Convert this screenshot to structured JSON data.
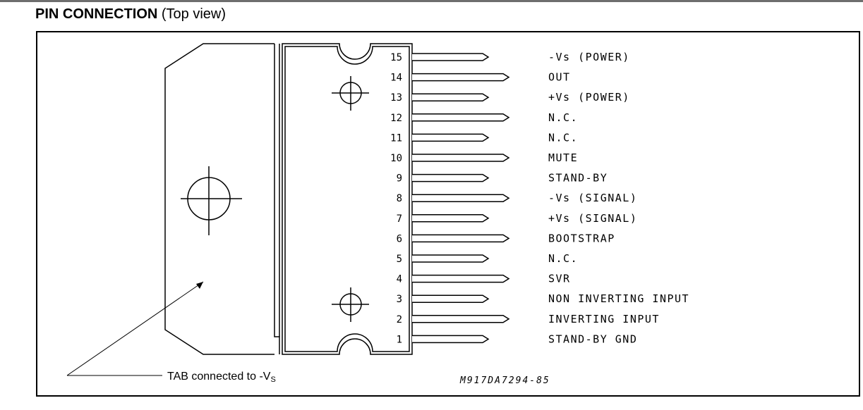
{
  "heading": {
    "bold": "PIN CONNECTION",
    "normal": " (Top view)"
  },
  "pins": [
    {
      "num": "15",
      "label": "-Vs (POWER)"
    },
    {
      "num": "14",
      "label": "OUT"
    },
    {
      "num": "13",
      "label": "+Vs (POWER)"
    },
    {
      "num": "12",
      "label": "N.C."
    },
    {
      "num": "11",
      "label": "N.C."
    },
    {
      "num": "10",
      "label": "MUTE"
    },
    {
      "num": "9",
      "label": "STAND-BY"
    },
    {
      "num": "8",
      "label": "-Vs (SIGNAL)"
    },
    {
      "num": "7",
      "label": "+Vs (SIGNAL)"
    },
    {
      "num": "6",
      "label": "BOOTSTRAP"
    },
    {
      "num": "5",
      "label": "N.C."
    },
    {
      "num": "4",
      "label": "SVR"
    },
    {
      "num": "3",
      "label": "NON INVERTING INPUT"
    },
    {
      "num": "2",
      "label": "INVERTING INPUT"
    },
    {
      "num": "1",
      "label": "STAND-BY GND"
    }
  ],
  "tab_note": {
    "text": "TAB connected to -V",
    "subscript": "S"
  },
  "drawing_code": "M917DA7294-85"
}
